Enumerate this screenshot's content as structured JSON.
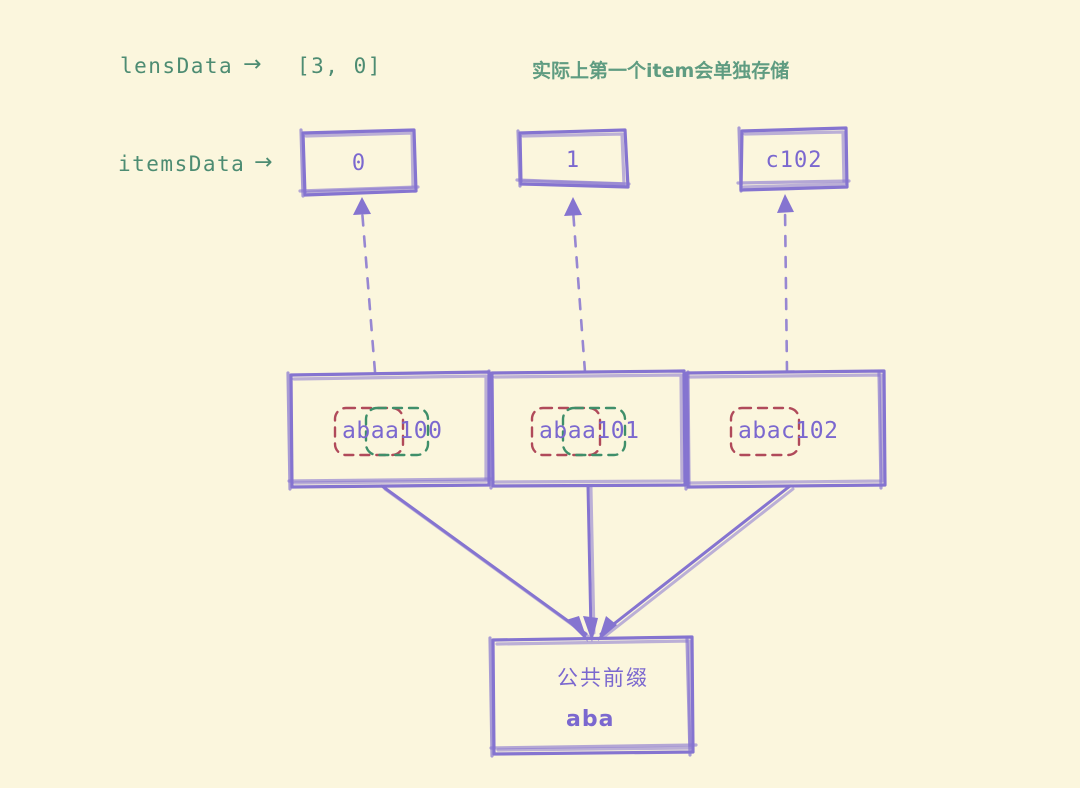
{
  "diagram": {
    "title_note": "实际上第一个item会单独存储",
    "background_color": "#fbf6dd",
    "accent_purple": "#7b68cf",
    "accent_green": "#4d8c72",
    "highlight_red": "#b04a5a",
    "highlight_green": "#3f8f6a"
  },
  "labels": {
    "lens_data": {
      "name": "lensData",
      "arrow": "→",
      "value": "[3, 0]"
    },
    "items_data": {
      "name": "itemsData",
      "arrow": "→"
    }
  },
  "items_row": [
    {
      "value": "0"
    },
    {
      "value": "1"
    },
    {
      "value": "c102"
    }
  ],
  "cells_row": [
    {
      "prefix": "aba",
      "suffix": "a100",
      "full": "abaa100",
      "has_green_box": true
    },
    {
      "prefix": "aba",
      "suffix": "a101",
      "full": "abaa101",
      "has_green_box": true
    },
    {
      "prefix": "aba",
      "suffix": "c102",
      "full": "abac102",
      "has_green_box": false
    }
  ],
  "prefix_box": {
    "caption": "公共前缀",
    "value": "aba"
  }
}
